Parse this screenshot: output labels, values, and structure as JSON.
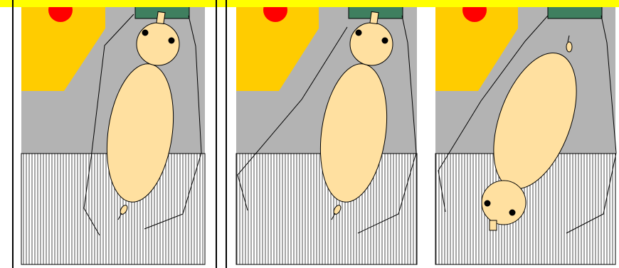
{
  "colors": {
    "background": "#ffffff",
    "top_bar": "#ffff00",
    "red_dot": "#ff0000",
    "yellow_region": "#ffcc00",
    "green_box": "#3f7f5f",
    "gray_floor": "#b3b3b3",
    "stripe_area": "#ffffff",
    "stripe_line": "#000000",
    "body_fill": "#ffe0a0",
    "outline": "#000000",
    "eye": "#000000",
    "divider": "#000000"
  },
  "panels": [
    {
      "id": "panel-1",
      "orientation": "head-up",
      "tail_marker_visible": true
    },
    {
      "id": "panel-2",
      "orientation": "head-up",
      "tail_marker_visible": true
    },
    {
      "id": "panel-3",
      "orientation": "head-down",
      "tail_marker_visible": true
    }
  ],
  "icons": {
    "red_dot": "red-dot-icon",
    "green_box": "green-box-icon",
    "eye": "eye-icon"
  }
}
